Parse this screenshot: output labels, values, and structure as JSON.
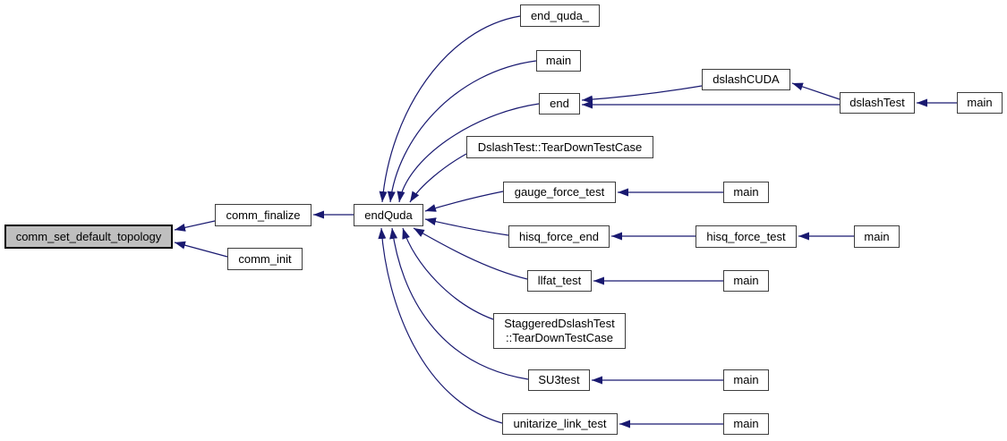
{
  "diagram": {
    "type": "call-graph",
    "colors": {
      "background": "#ffffff",
      "edge": "#191970",
      "node_border": "#3d3d3d",
      "node_fill": "#ffffff",
      "highlight_fill": "#bfbfbf",
      "highlight_border": "#000000",
      "text": "#000000"
    },
    "nodes": [
      {
        "id": "comm_set_default_topology",
        "label": "comm_set_default_topology",
        "highlighted": true
      },
      {
        "id": "comm_finalize",
        "label": "comm_finalize",
        "highlighted": false
      },
      {
        "id": "comm_init",
        "label": "comm_init",
        "highlighted": false
      },
      {
        "id": "endQuda",
        "label": "endQuda",
        "highlighted": false
      },
      {
        "id": "end_quda_",
        "label": "end_quda_",
        "highlighted": false
      },
      {
        "id": "main_1",
        "label": "main",
        "highlighted": false
      },
      {
        "id": "end",
        "label": "end",
        "highlighted": false
      },
      {
        "id": "dslashCUDA",
        "label": "dslashCUDA",
        "highlighted": false
      },
      {
        "id": "dslashTest",
        "label": "dslashTest",
        "highlighted": false
      },
      {
        "id": "main_2",
        "label": "main",
        "highlighted": false
      },
      {
        "id": "dslash_teardown",
        "label": "DslashTest::TearDownTestCase",
        "highlighted": false
      },
      {
        "id": "gauge_force_test",
        "label": "gauge_force_test",
        "highlighted": false
      },
      {
        "id": "main_3",
        "label": "main",
        "highlighted": false
      },
      {
        "id": "hisq_force_end",
        "label": "hisq_force_end",
        "highlighted": false
      },
      {
        "id": "hisq_force_test",
        "label": "hisq_force_test",
        "highlighted": false
      },
      {
        "id": "main_4",
        "label": "main",
        "highlighted": false
      },
      {
        "id": "llfat_test",
        "label": "llfat_test",
        "highlighted": false
      },
      {
        "id": "main_5",
        "label": "main",
        "highlighted": false
      },
      {
        "id": "staggered_teardown",
        "label": "StaggeredDslashTest\n::TearDownTestCase",
        "highlighted": false
      },
      {
        "id": "SU3test",
        "label": "SU3test",
        "highlighted": false
      },
      {
        "id": "main_6",
        "label": "main",
        "highlighted": false
      },
      {
        "id": "unitarize_link_test",
        "label": "unitarize_link_test",
        "highlighted": false
      },
      {
        "id": "main_7",
        "label": "main",
        "highlighted": false
      }
    ],
    "edges": [
      {
        "from": "endQuda",
        "to": "comm_finalize"
      },
      {
        "from": "comm_finalize",
        "to": "comm_set_default_topology"
      },
      {
        "from": "comm_init",
        "to": "comm_set_default_topology"
      },
      {
        "from": "end_quda_",
        "to": "endQuda"
      },
      {
        "from": "main_1",
        "to": "endQuda"
      },
      {
        "from": "end",
        "to": "endQuda"
      },
      {
        "from": "dslash_teardown",
        "to": "endQuda"
      },
      {
        "from": "gauge_force_test",
        "to": "endQuda"
      },
      {
        "from": "hisq_force_end",
        "to": "endQuda"
      },
      {
        "from": "llfat_test",
        "to": "endQuda"
      },
      {
        "from": "staggered_teardown",
        "to": "endQuda"
      },
      {
        "from": "SU3test",
        "to": "endQuda"
      },
      {
        "from": "unitarize_link_test",
        "to": "endQuda"
      },
      {
        "from": "dslashCUDA",
        "to": "end"
      },
      {
        "from": "dslashTest",
        "to": "end"
      },
      {
        "from": "dslashTest",
        "to": "dslashCUDA"
      },
      {
        "from": "main_2",
        "to": "dslashTest"
      },
      {
        "from": "main_3",
        "to": "gauge_force_test"
      },
      {
        "from": "hisq_force_test",
        "to": "hisq_force_end"
      },
      {
        "from": "main_4",
        "to": "hisq_force_test"
      },
      {
        "from": "main_5",
        "to": "llfat_test"
      },
      {
        "from": "main_6",
        "to": "SU3test"
      },
      {
        "from": "main_7",
        "to": "unitarize_link_test"
      }
    ]
  }
}
